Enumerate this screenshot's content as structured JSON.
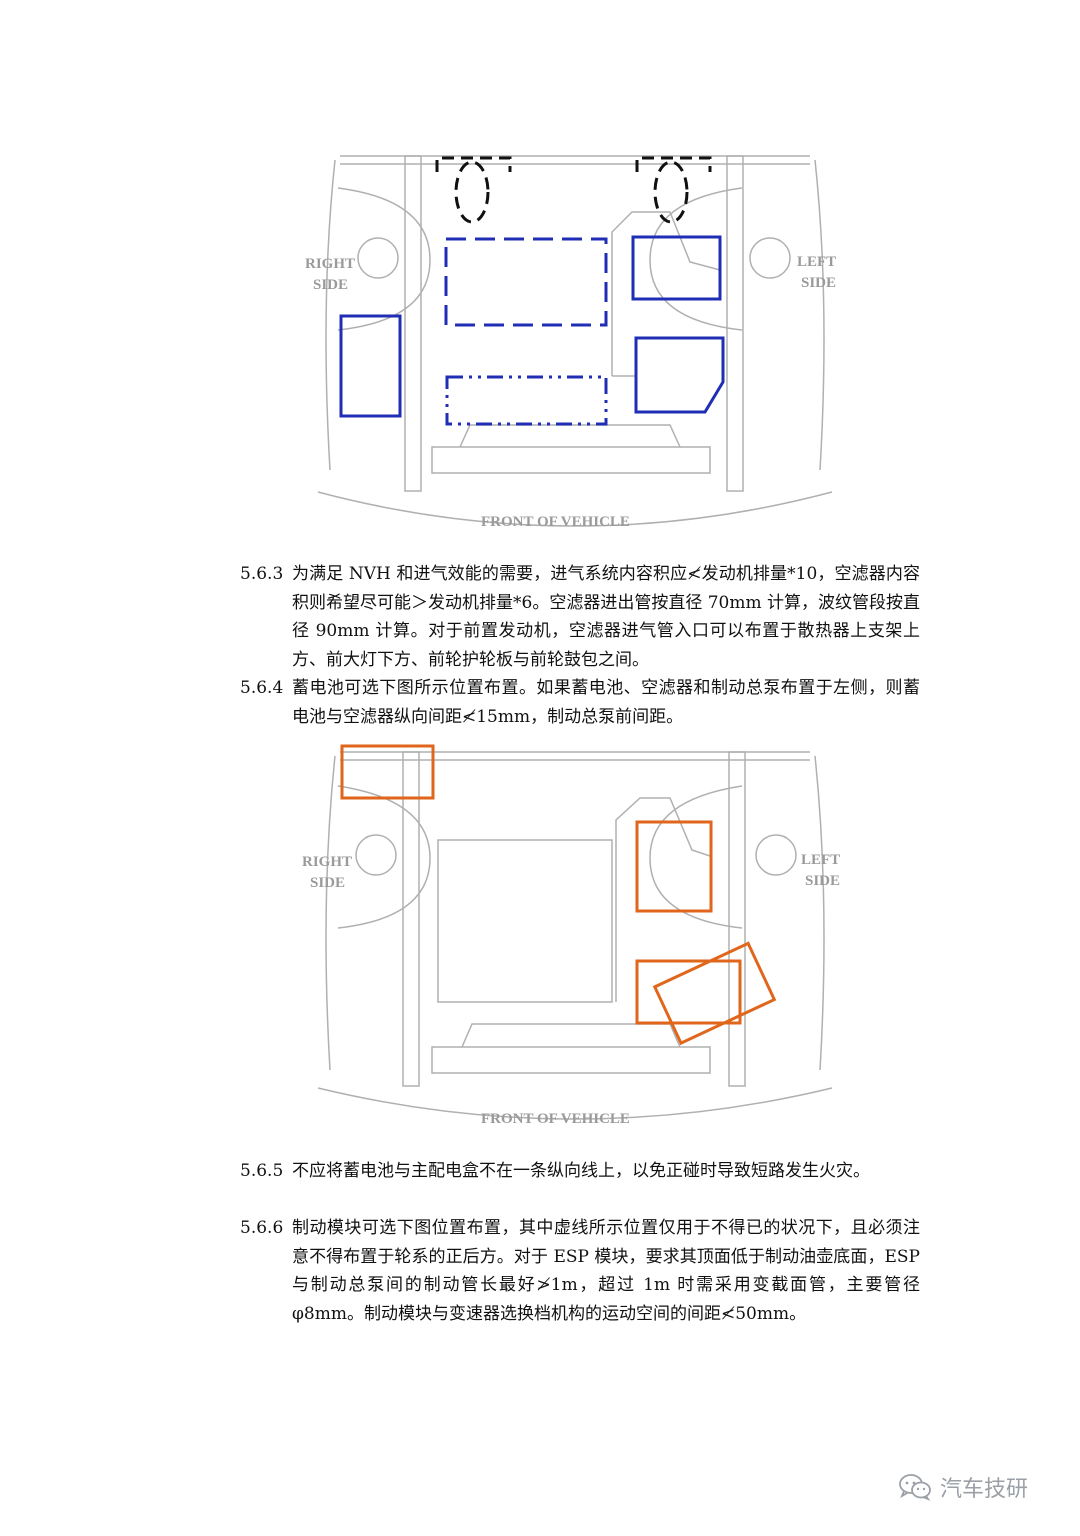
{
  "figure1": {
    "labels": {
      "right_side": [
        "RIGHT",
        "SIDE"
      ],
      "left_side": [
        "LEFT",
        "SIDE"
      ],
      "front": "FRONT OF VEHICLE"
    },
    "colors": {
      "outline": "#b0b0b0",
      "highlight": "#1f2eb5",
      "intake": "#111111"
    }
  },
  "paragraphs": [
    {
      "num": "5.6.3",
      "text": "为满足 NVH 和进气效能的需要，进气系统内容积应≮发动机排量*10，空滤器内容积则希望尽可能＞发动机排量*6。空滤器进出管按直径 70mm 计算，波纹管段按直径 90mm 计算。对于前置发动机，空滤器进气管入口可以布置于散热器上支架上方、前大灯下方、前轮护轮板与前轮鼓包之间。"
    },
    {
      "num": "5.6.4",
      "text": "蓄电池可选下图所示位置布置。如果蓄电池、空滤器和制动总泵布置于左侧，则蓄电池与空滤器纵向间距≮15mm，制动总泵前间距。"
    },
    {
      "num": "5.6.5",
      "text": "不应将蓄电池与主配电盒不在一条纵向线上，以免正碰时导致短路发生火灾。"
    },
    {
      "num": "5.6.6",
      "text": "制动模块可选下图位置布置，其中虚线所示位置仅用于不得已的状况下，且必须注意不得布置于轮系的正后方。对于 ESP 模块，要求其顶面低于制动油壶底面，ESP 与制动总泵间的制动管长最好≯1m，超过 1m 时需采用变截面管，主要管径φ8mm。制动模块与变速器选换档机构的运动空间的间距≮50mm。"
    }
  ],
  "figure2": {
    "labels": {
      "right_side": [
        "RIGHT",
        "SIDE"
      ],
      "left_side": [
        "LEFT",
        "SIDE"
      ],
      "front": "FRONT OF VEHICLE"
    },
    "colors": {
      "outline": "#b0b0b0",
      "highlight": "#e0661c"
    }
  },
  "watermark": {
    "text": "汽车技研",
    "icon": "wechat-icon"
  }
}
